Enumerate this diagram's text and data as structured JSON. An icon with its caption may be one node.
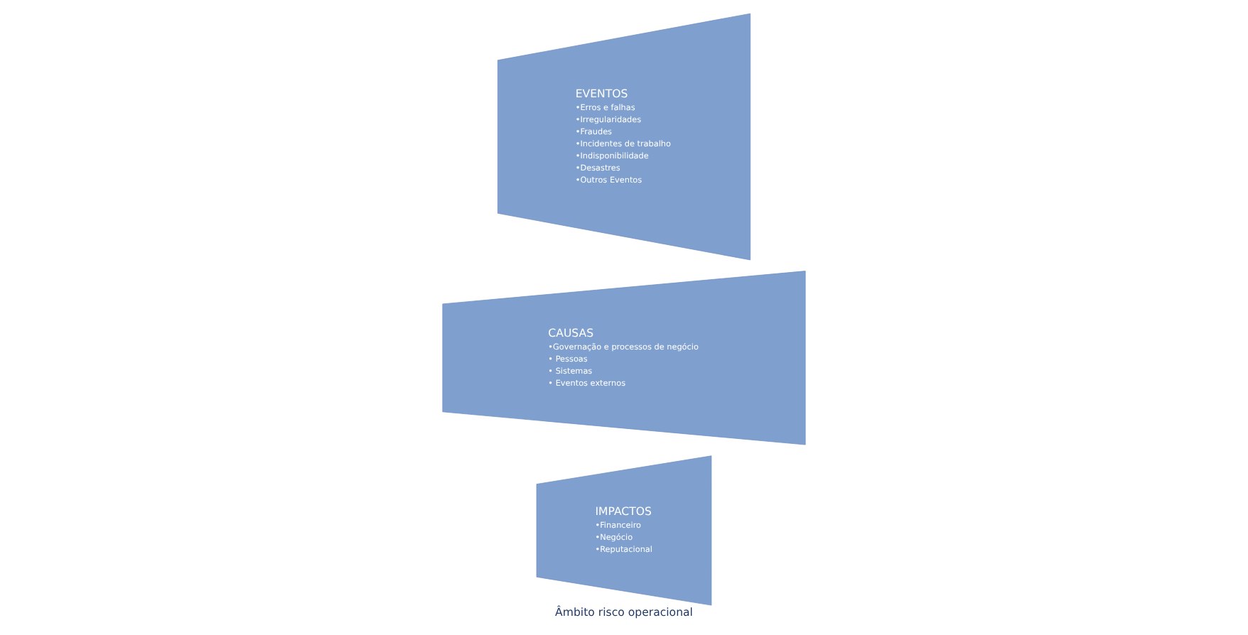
{
  "diagram": {
    "caption": "Âmbito risco operacional",
    "nodes": [
      {
        "text": [
          "EVENTOS",
          "•Erros e falhas",
          "•Irregularidades",
          "•Fraudes",
          "•Incidentes de trabalho",
          "•Indisponibilidade",
          "•Desastres",
          "•Outros Eventos"
        ]
      },
      {
        "text": [
          "CAUSAS",
          "•Governação e processos de negócio",
          "• Pessoas",
          "• Sistemas",
          "• Eventos externos"
        ]
      },
      {
        "text": [
          "IMPACTOS",
          "•Financeiro",
          "•Negócio",
          "•Reputacional"
        ]
      }
    ]
  }
}
